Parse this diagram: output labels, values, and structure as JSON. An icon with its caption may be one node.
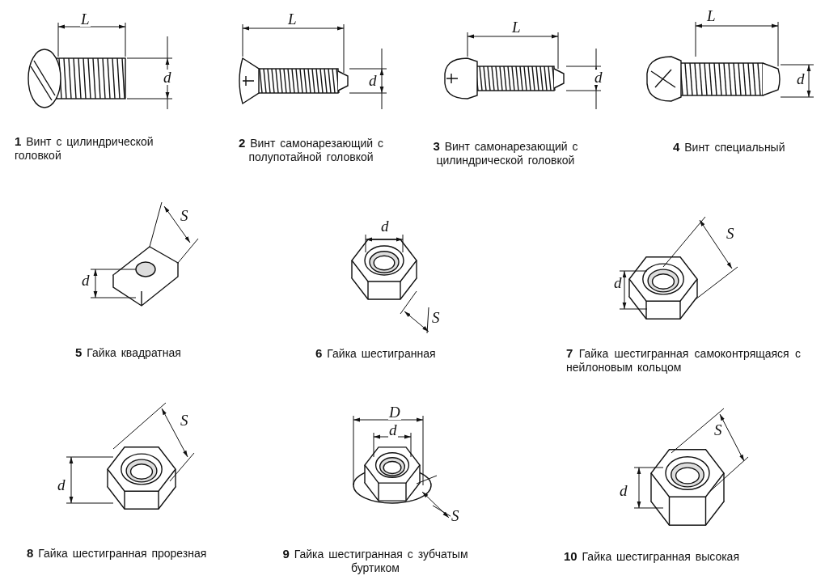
{
  "diagram": {
    "labels": [
      "L",
      "d",
      "L",
      "d",
      "L",
      "d",
      "L",
      "d",
      "**1** Винт с цилиндрической головкой",
      "**2** Винт самонарезающий с полупотайной головкой",
      "**3** Винт самонарезающий с цилиндрической головкой",
      "**4** Винт специальный",
      "S",
      "d",
      "d",
      "S",
      "S",
      "d",
      "**5** Гайка квадратная",
      "**6** Гайка шестигранная",
      "**7** Гайка шестигранная самоконтрящаяся с нейлоновым кольцом",
      "S",
      "d",
      "D",
      "d",
      "S",
      "S",
      "d",
      "**8** Гайка шестигранная прорезная",
      "**9** Гайка шестигранная с зубчатым буртиком",
      "**10** Гайка шестигранная высокая"
    ]
  }
}
